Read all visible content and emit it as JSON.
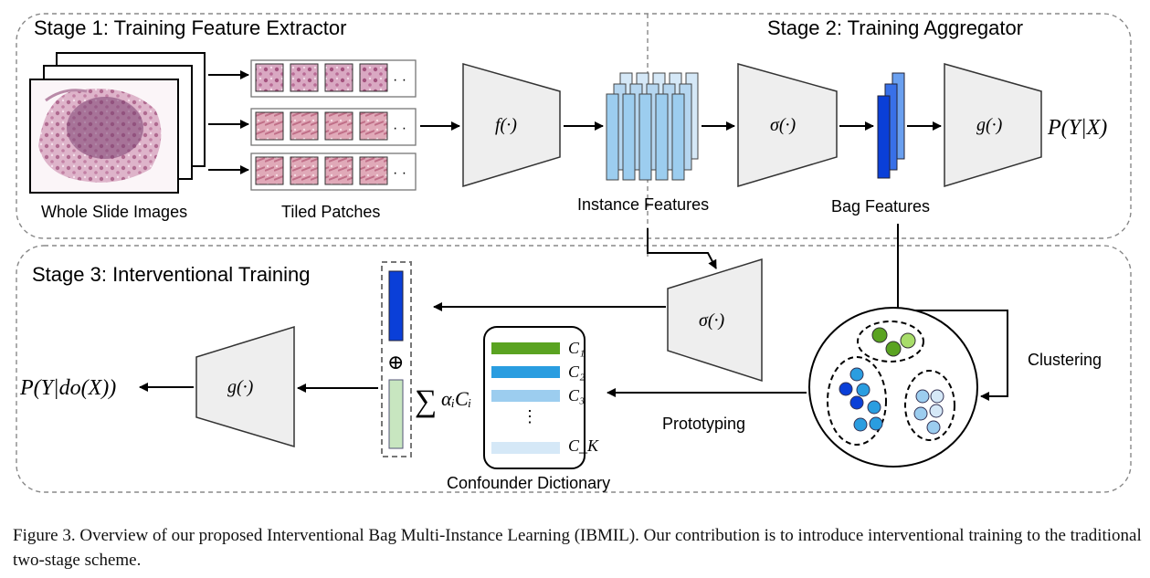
{
  "stages": {
    "stage1_title": "Stage 1: Training Feature Extractor",
    "stage2_title": "Stage 2: Training Aggregator",
    "stage3_title": "Stage 3: Interventional Training"
  },
  "labels": {
    "wsi": "Whole Slide Images",
    "tiled": "Tiled Patches",
    "instance_features": "Instance Features",
    "bag_features": "Bag Features",
    "clustering": "Clustering",
    "prototyping": "Prototyping",
    "confounder_dictionary": "Confounder Dictionary",
    "oplus": "⊕",
    "ellipsis": "· ·"
  },
  "math": {
    "f": "f(·)",
    "sigma": "σ(·)",
    "g": "g(·)",
    "sigma3": "σ(·)",
    "g3": "g(·)",
    "p_y_x": "P(Y|X)",
    "p_y_do": "P(Y|do(X))",
    "sum": "∑",
    "alpha_c": "αᵢCᵢ",
    "c1": "C₁",
    "c2": "C₂",
    "c3": "C₃",
    "ck": "C_K"
  },
  "colors": {
    "dark_blue": "#0a3fd8",
    "mid_blue": "#2a9de0",
    "light_blue": "#9ccdef",
    "pale_blue": "#d5e8f7",
    "green": "#5aa321",
    "light_green": "#a8dd6a",
    "pale_green": "#c8e6c0",
    "trapezoid_fill": "#eeeeee"
  },
  "caption": "Figure 3. Overview of our proposed Interventional Bag Multi-Instance Learning (IBMIL). Our contribution is to introduce interventional training to the traditional two-stage scheme."
}
